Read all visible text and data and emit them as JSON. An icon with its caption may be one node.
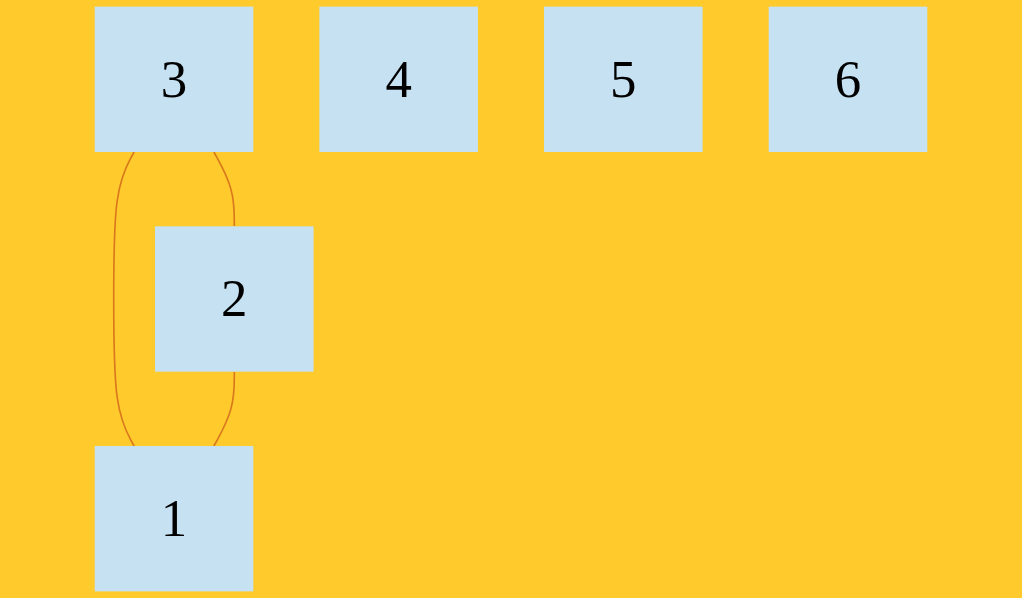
{
  "diagram": {
    "nodes": [
      {
        "text": [
          "3"
        ]
      },
      {
        "text": [
          "4"
        ]
      },
      {
        "text": [
          "5"
        ]
      },
      {
        "text": [
          "2"
        ]
      },
      {
        "text": [
          "6"
        ]
      },
      {
        "text": [
          "1"
        ]
      }
    ],
    "edges": [
      {
        "from": 0,
        "to": 3,
        "arrow": "none"
      },
      {
        "from": 0,
        "to": 5,
        "arrow": "none"
      },
      {
        "from": 3,
        "to": 5,
        "arrow": "none"
      }
    ]
  }
}
